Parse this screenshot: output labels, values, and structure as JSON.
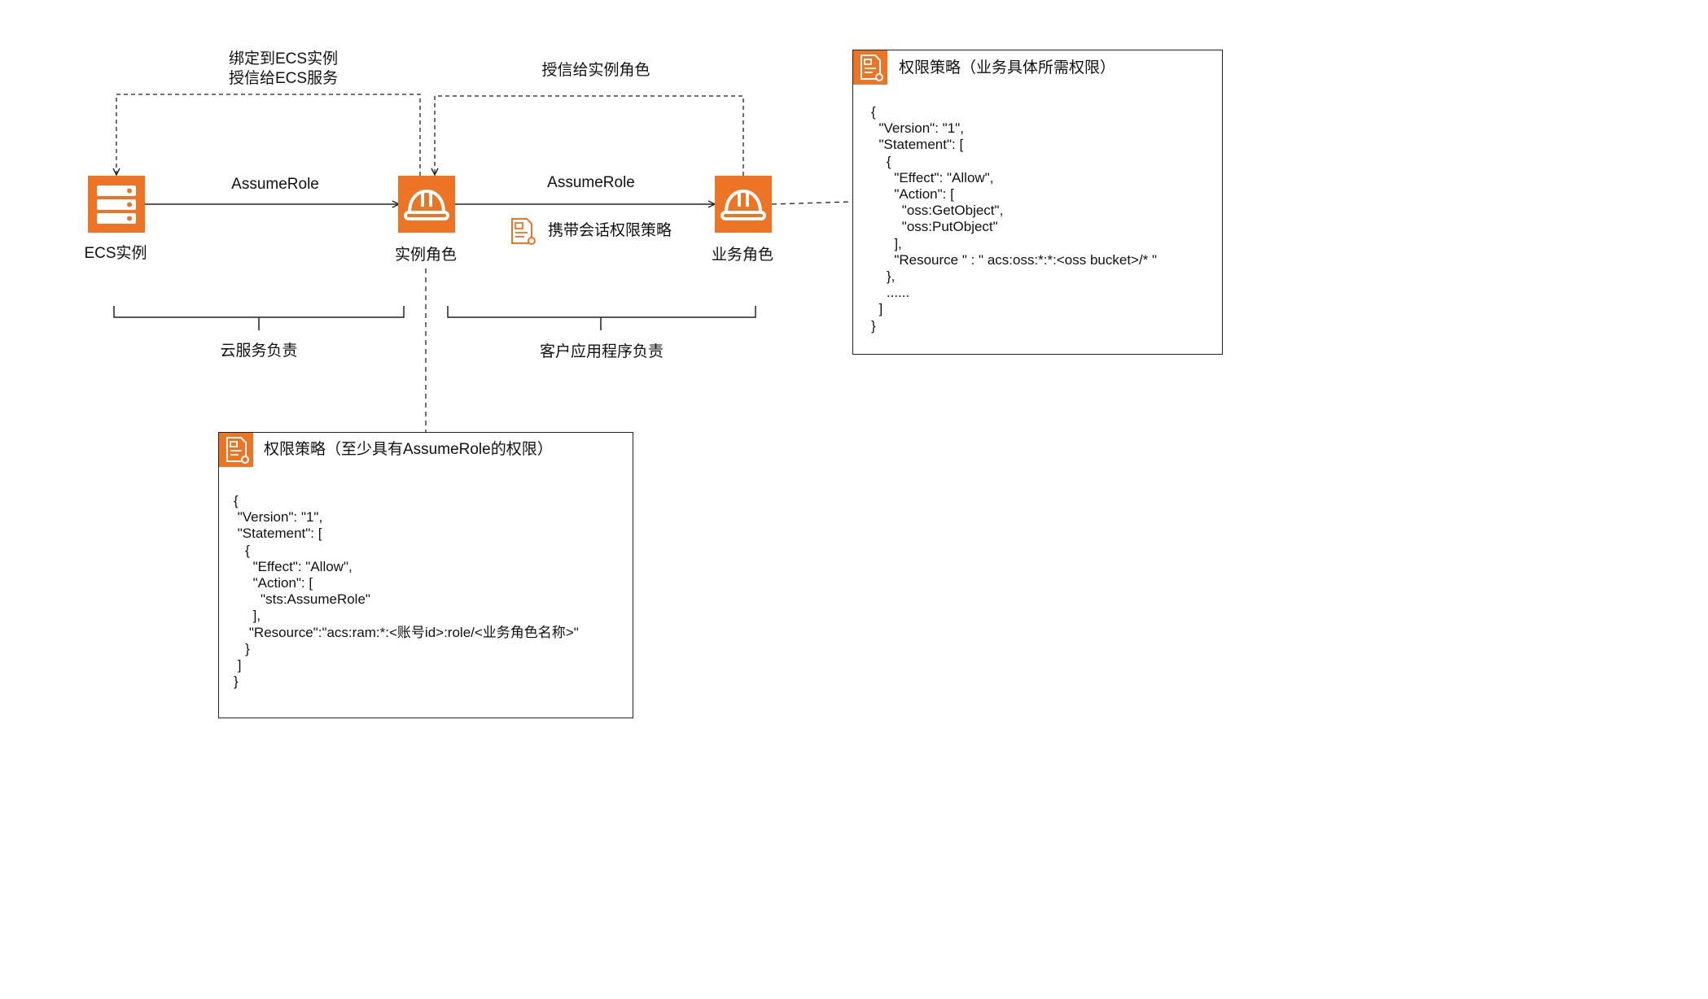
{
  "nodes": {
    "ecs": {
      "label": "ECS实例",
      "icon": "server-icon"
    },
    "instance_role": {
      "label": "实例角色",
      "icon": "hard-hat-icon"
    },
    "business_role": {
      "label": "业务角色",
      "icon": "hard-hat-icon"
    }
  },
  "edges": {
    "assume_role_1": "AssumeRole",
    "assume_role_2": "AssumeRole",
    "bind_line1": "绑定到ECS实例",
    "bind_line2": "授信给ECS服务",
    "trust_instance_role": "授信给实例角色",
    "carry_session_policy": "携带会话权限策略"
  },
  "braces": {
    "cloud_service": "云服务负责",
    "customer_app": "客户应用程序负责"
  },
  "policy_business": {
    "title": "权限策略（业务具体所需权限）",
    "icon": "policy-document-icon",
    "lines": [
      "{",
      "  \"Version\": \"1\",",
      "  \"Statement\": [",
      "    {",
      "      \"Effect\": \"Allow\",",
      "      \"Action\": [",
      "        \"oss:GetObject\",",
      "        \"oss:PutObject\"",
      "      ],",
      "      \"Resource \" : \" acs:oss:*:*:<oss bucket>/* \"",
      "    },",
      "    ......",
      "  ]",
      "}"
    ]
  },
  "policy_instance": {
    "title": "权限策略（至少具有AssumeRole的权限）",
    "icon": "policy-document-icon",
    "lines": [
      "{",
      " \"Version\": \"1\",",
      " \"Statement\": [",
      "   {",
      "     \"Effect\": \"Allow\",",
      "     \"Action\": [",
      "       \"sts:AssumeRole\"",
      "     ],",
      "    \"Resource\":\"acs:ram:*:<账号id>:role/<业务角色名称>\"",
      "   }",
      " ]",
      "}"
    ]
  },
  "colors": {
    "accent": "#ED7424",
    "line": "#222222"
  }
}
